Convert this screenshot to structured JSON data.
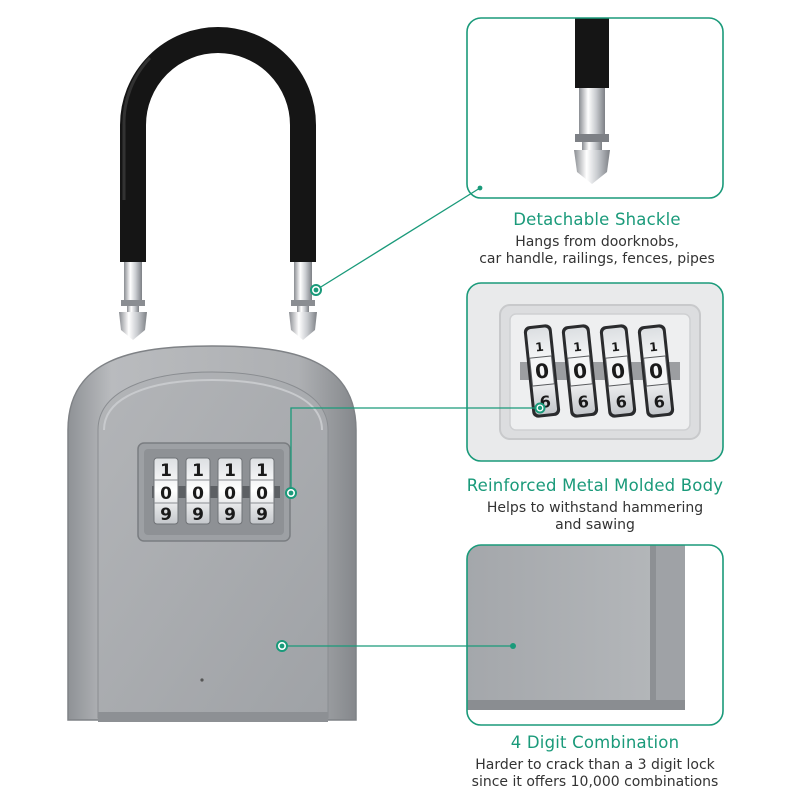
{
  "colors": {
    "accent": "#1a9a7a",
    "body_silver": "#a7a9ad",
    "shackle_black": "#151515",
    "text": "#333333"
  },
  "product": {
    "dials": [
      {
        "top": "1",
        "middle": "0",
        "bottom": "9"
      },
      {
        "top": "1",
        "middle": "0",
        "bottom": "9"
      },
      {
        "top": "1",
        "middle": "0",
        "bottom": "9"
      },
      {
        "top": "1",
        "middle": "0",
        "bottom": "9"
      }
    ]
  },
  "features": [
    {
      "title": "Detachable Shackle",
      "lines": [
        "Hangs from doorknobs,",
        "car handle, railings, fences, pipes"
      ]
    },
    {
      "title": "Reinforced Metal Molded Body",
      "lines": [
        "Helps to withstand hammering",
        "and sawing"
      ]
    },
    {
      "title": "4 Digit Combination",
      "lines": [
        "Harder to crack than a 3 digit lock",
        "since it offers 10,000 combinations"
      ]
    }
  ]
}
